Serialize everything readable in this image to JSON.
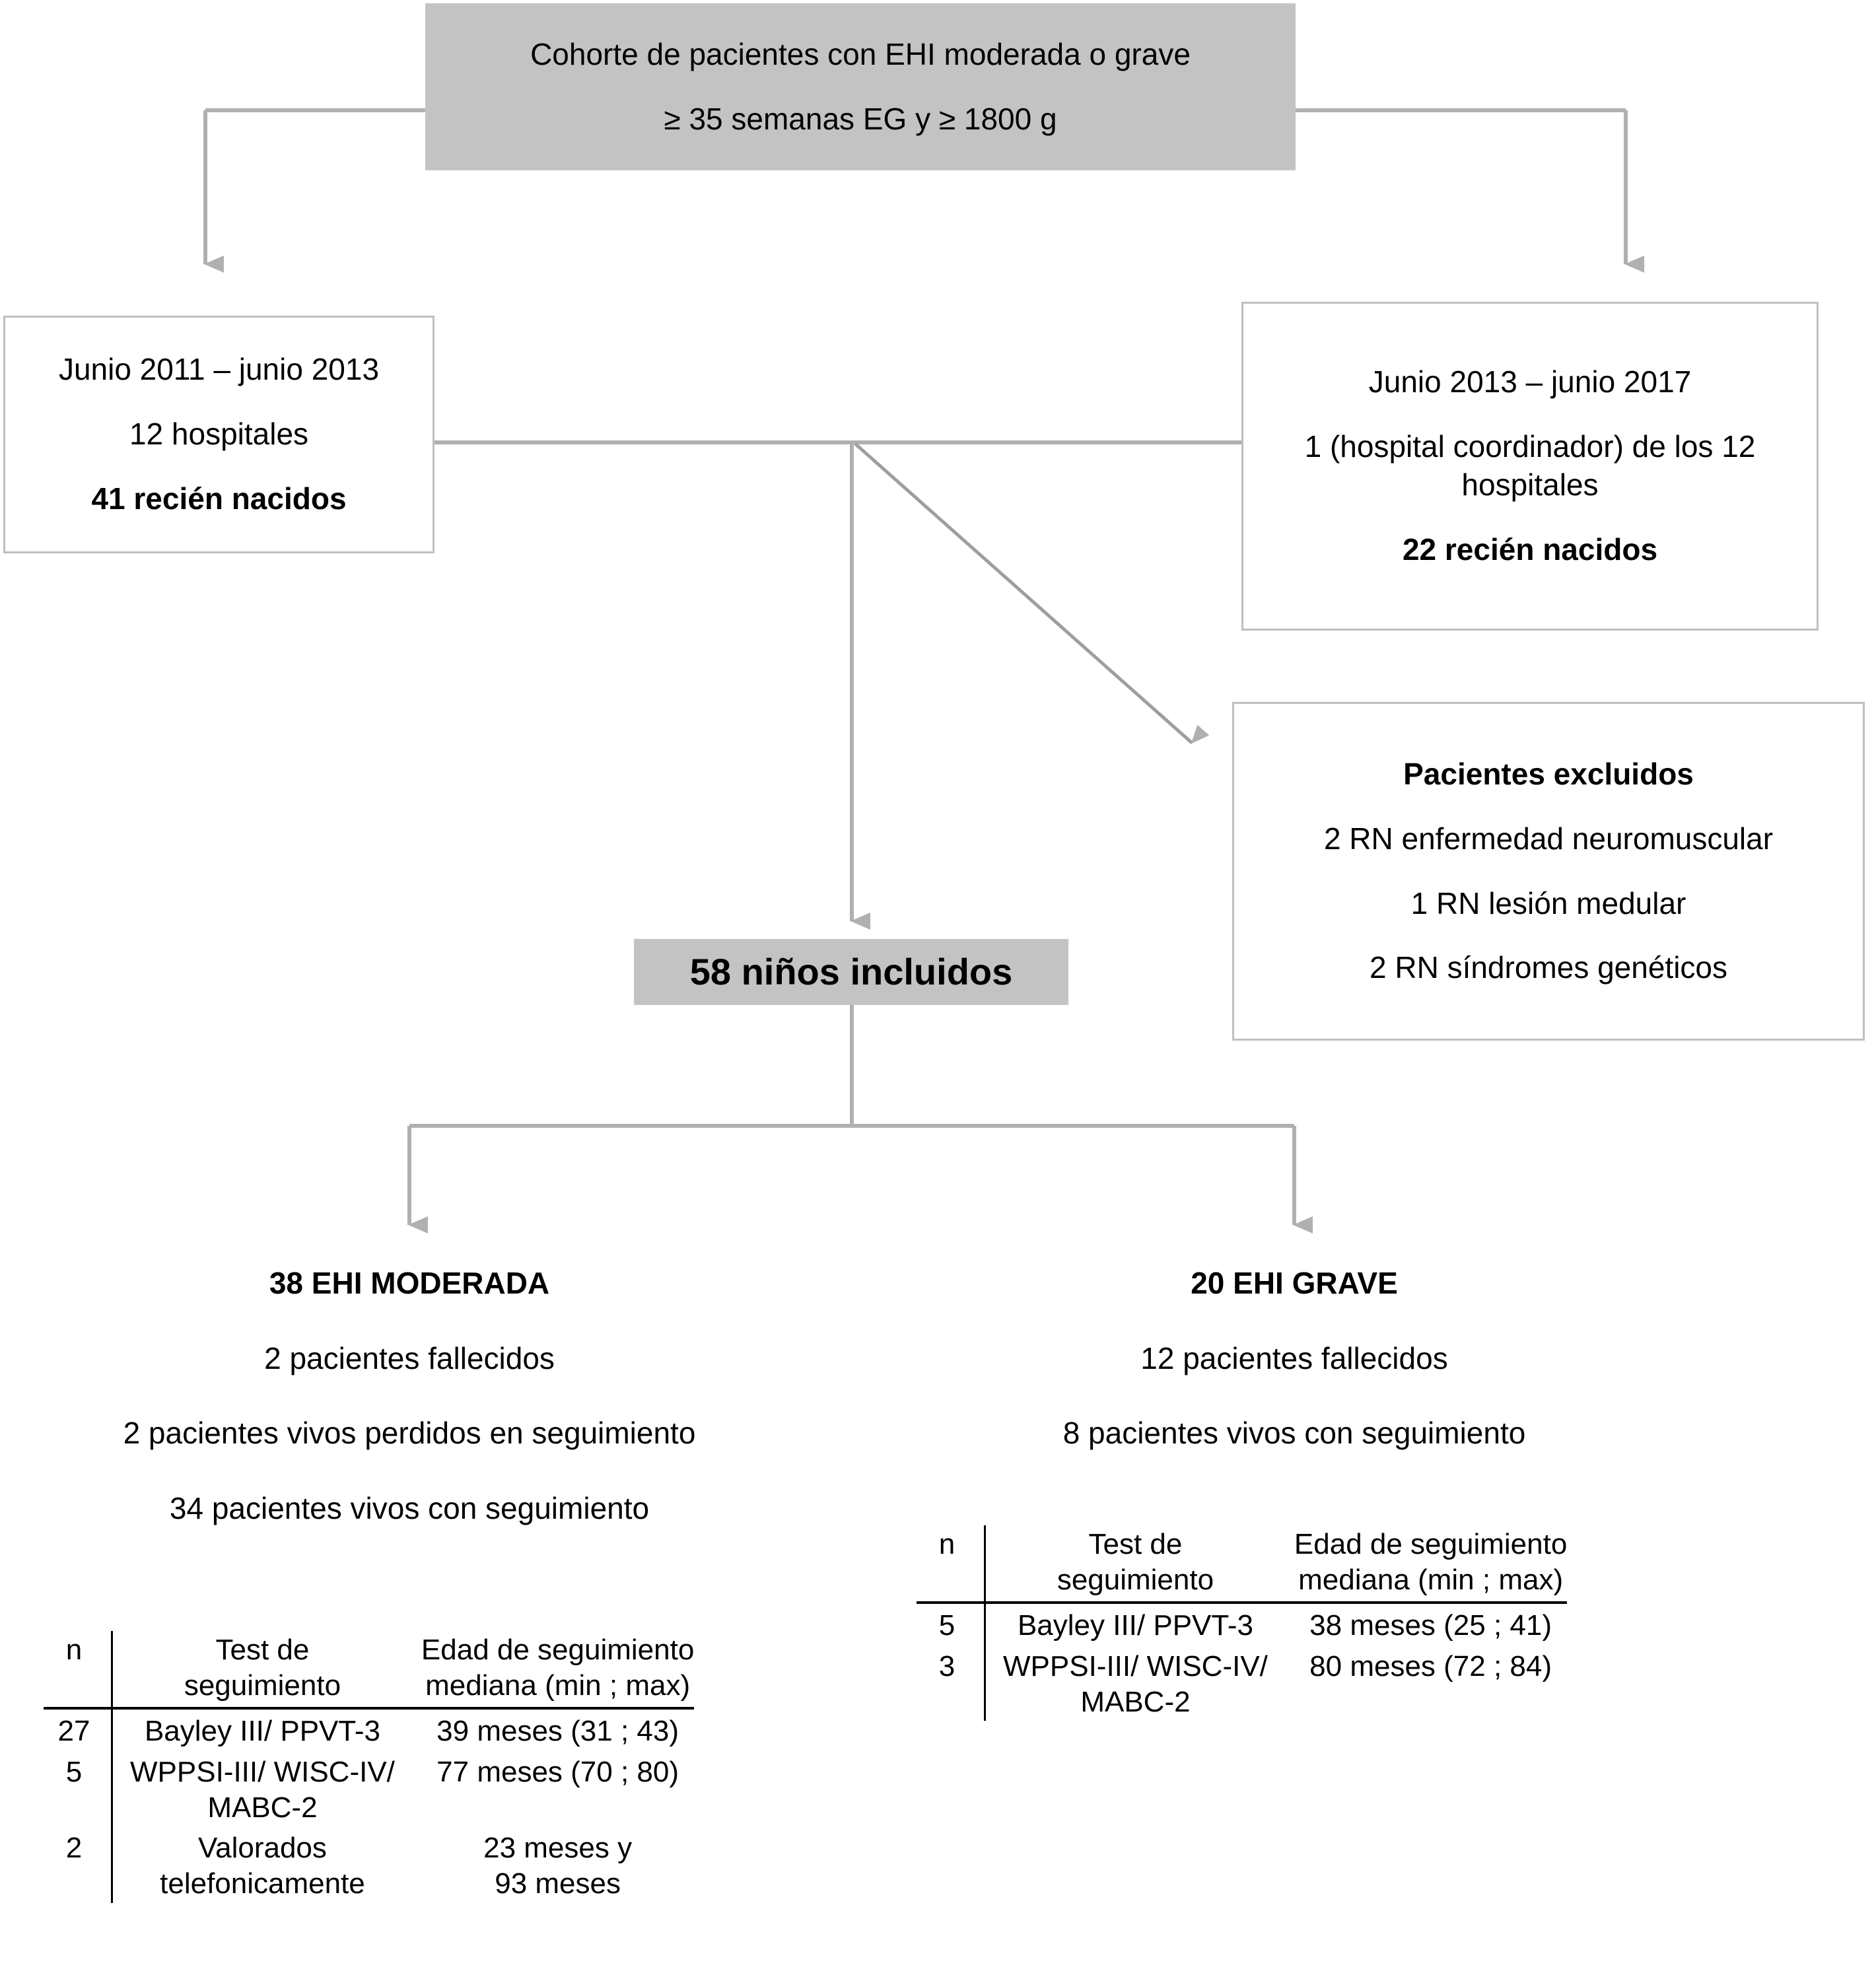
{
  "diagram": {
    "title_box": {
      "line1": "Cohorte de pacientes con EHI moderada o grave",
      "line2": "≥ 35 semanas EG y ≥ 1800 g"
    },
    "cohort_left": {
      "period": "Junio 2011 – junio 2013",
      "hospitals": "12 hospitales",
      "count": "41 recién nacidos"
    },
    "cohort_right": {
      "period": "Junio 2013 – junio 2017",
      "hospitals": "1 (hospital coordinador) de los 12 hospitales",
      "count": "22 recién nacidos"
    },
    "excluded": {
      "heading": "Pacientes excluidos",
      "item1": "2 RN enfermedad neuromuscular",
      "item2": "1 RN lesión medular",
      "item3": "2 RN síndromes genéticos"
    },
    "included": {
      "label": "58 niños incluidos"
    },
    "moderate": {
      "heading": "38 EHI MODERADA",
      "deceased": "2 pacientes fallecidos",
      "lost": "2 pacientes vivos perdidos en seguimiento",
      "followed": "34 pacientes vivos con seguimiento",
      "table": {
        "headers": {
          "n": "n",
          "test": "Test de\nseguimiento",
          "age": "Edad de seguimiento\nmediana (min ; max)"
        },
        "rows": [
          {
            "n": "27",
            "test": "Bayley III/ PPVT-3",
            "age": "39 meses (31 ; 43)"
          },
          {
            "n": "5",
            "test": "WPPSI-III/ WISC-IV/\nMABC-2",
            "age": "77 meses (70 ; 80)"
          },
          {
            "n": "2",
            "test": "Valorados\ntelefonicamente",
            "age": "23 meses y\n93 meses"
          }
        ]
      }
    },
    "severe": {
      "heading": "20 EHI GRAVE",
      "deceased": "12 pacientes fallecidos",
      "followed": "8 pacientes vivos con seguimiento",
      "table": {
        "headers": {
          "n": "n",
          "test": "Test de\nseguimiento",
          "age": "Edad de seguimiento\nmediana (min ; max)"
        },
        "rows": [
          {
            "n": "5",
            "test": "Bayley III/ PPVT-3",
            "age": "38 meses (25 ; 41)"
          },
          {
            "n": "3",
            "test": "WPPSI-III/ WISC-IV/\nMABC-2",
            "age": "80 meses (72 ; 84)"
          }
        ]
      }
    },
    "colors": {
      "node_fill_gray": "#c3c3c3",
      "node_border": "#bfbfbf",
      "connector": "#b0b0b0",
      "text": "#000000",
      "background": "#ffffff"
    }
  }
}
